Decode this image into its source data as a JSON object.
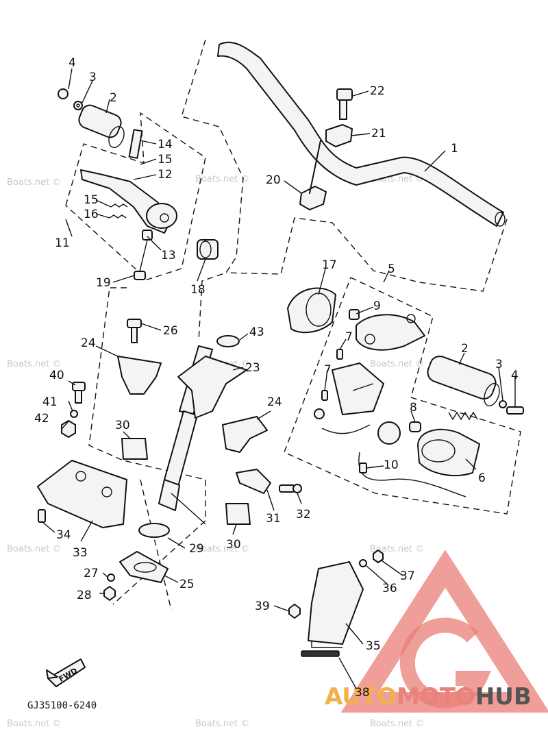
{
  "diagram": {
    "code": "GJ35100-6240",
    "fwd_label": "FWD",
    "watermark": "Boats.net ©",
    "brand": {
      "part1": "AUTO",
      "part2": "MOTO",
      "part3": "HUB"
    },
    "callouts": {
      "c1": "1",
      "c2a": "2",
      "c2b": "2",
      "c3a": "3",
      "c3b": "3",
      "c4a": "4",
      "c4b": "4",
      "c5": "5",
      "c6": "6",
      "c7a": "7",
      "c7b": "7",
      "c8": "8",
      "c9": "9",
      "c10": "10",
      "c11": "11",
      "c12": "12",
      "c13": "13",
      "c14": "14",
      "c15a": "15",
      "c15b": "15",
      "c16": "16",
      "c17": "17",
      "c18": "18",
      "c19": "19",
      "c20": "20",
      "c21": "21",
      "c22": "22",
      "c23": "23",
      "c24a": "24",
      "c24b": "24",
      "c25": "25",
      "c26": "26",
      "c27": "27",
      "c28": "28",
      "c29": "29",
      "c30a": "30",
      "c30b": "30",
      "c31": "31",
      "c32": "32",
      "c33": "33",
      "c34": "34",
      "c35": "35",
      "c36": "36",
      "c37": "37",
      "c38": "38",
      "c39": "39",
      "c40": "40",
      "c41": "41",
      "c42": "42",
      "c43": "43"
    }
  }
}
